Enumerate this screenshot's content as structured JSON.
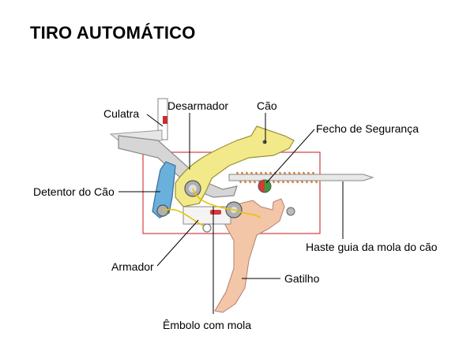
{
  "title": "TIRO AUTOMÁTICO",
  "labels": {
    "culatra": "Culatra",
    "desarmador": "Desarmador",
    "cao": "Cão",
    "fecho": "Fecho de Segurança",
    "detentor": "Detentor do Cão",
    "haste": "Haste guia da mola do cão",
    "armador": "Armador",
    "gatilho": "Gatilho",
    "embolo": "Êmbolo com mola"
  },
  "colors": {
    "frame_outline": "#d04040",
    "hammer": "#f2e98a",
    "trigger": "#f3c6a8",
    "detent": "#6ab0dc",
    "spring": "#e07a20",
    "bolt": "#d8d8d8",
    "wire_spring": "#e8c400"
  }
}
